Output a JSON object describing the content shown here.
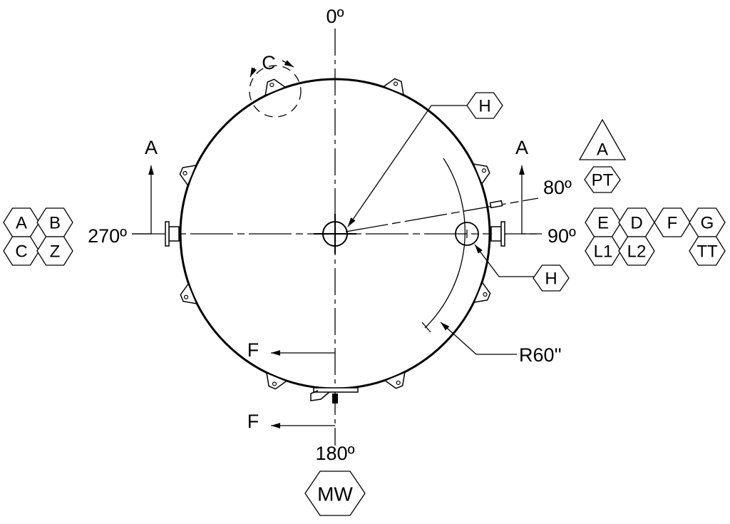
{
  "angles": {
    "top": "0º",
    "left": "270º",
    "right": "90º",
    "bottom": "180º",
    "nozzle": "80º"
  },
  "section_labels": {
    "left": "A",
    "right": "A"
  },
  "view_labels": {
    "upper": "F",
    "lower": "F"
  },
  "detail_label": "C",
  "radius_label": "R60''",
  "leader_tags": {
    "center": "H",
    "side": "H"
  },
  "left_tags": [
    "A",
    "B",
    "C",
    "Z"
  ],
  "right_tags": [
    "E",
    "D",
    "F",
    "G",
    "L1",
    "L2",
    "TT"
  ],
  "triangle_tag": "A",
  "triangle_sub_tag": "PT",
  "bottom_tag": "MW"
}
